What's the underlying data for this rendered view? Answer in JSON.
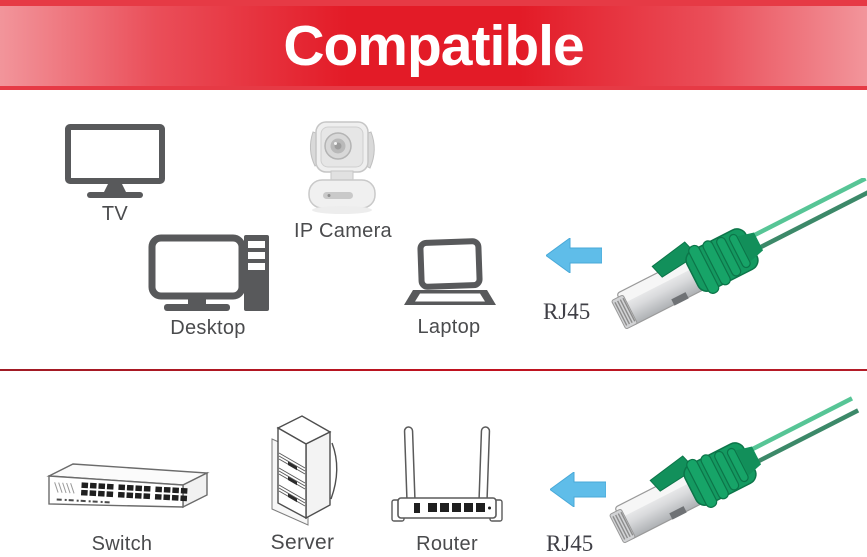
{
  "banner": {
    "title": "Compatible",
    "bg_center": "#e31b27",
    "bg_edge": "#f2959b",
    "text_color": "#ffffff"
  },
  "top_section": {
    "devices": [
      {
        "id": "tv",
        "label": "TV",
        "icon": "tv-icon"
      },
      {
        "id": "ip-camera",
        "label": "IP Camera",
        "icon": "ip-camera-icon"
      },
      {
        "id": "desktop",
        "label": "Desktop",
        "icon": "desktop-icon"
      },
      {
        "id": "laptop",
        "label": "Laptop",
        "icon": "laptop-icon"
      }
    ],
    "arrow_icon": "left-arrow-icon",
    "connector_label": "RJ45",
    "cable_icon": "ethernet-cable-icon"
  },
  "bottom_section": {
    "devices": [
      {
        "id": "switch",
        "label": "Switch",
        "icon": "network-switch-icon"
      },
      {
        "id": "server",
        "label": "Server",
        "icon": "server-icon"
      },
      {
        "id": "router",
        "label": "Router",
        "icon": "router-icon"
      }
    ],
    "arrow_icon": "left-arrow-icon",
    "connector_label": "RJ45",
    "cable_icon": "ethernet-cable-icon"
  },
  "colors": {
    "arrow_blue": "#5fbde9",
    "cable_green": "#149a61",
    "cable_dark": "#0c7549",
    "icon_gray": "#58595b",
    "label_gray": "#4a4b4d",
    "divider_red": "#c1121f"
  }
}
